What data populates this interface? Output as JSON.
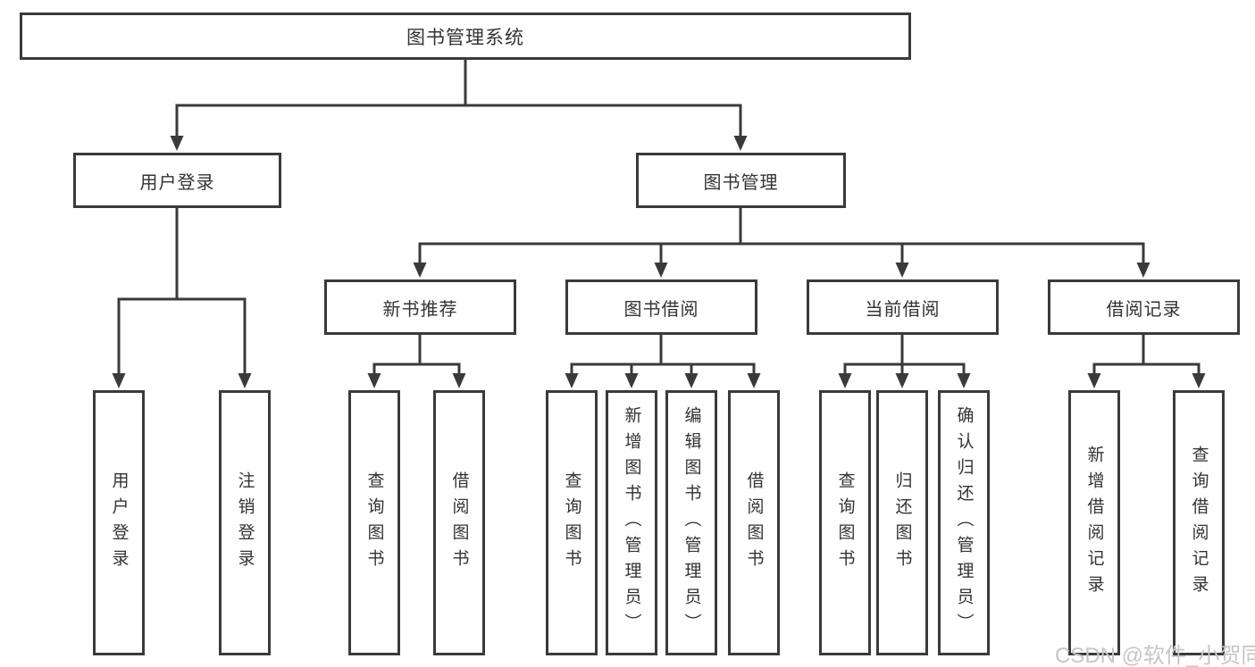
{
  "diagram": {
    "colors": {
      "line": "#3a3a3a",
      "text": "#333333",
      "watermark": "#c6c6c6",
      "background": "#ffffff"
    },
    "nodes": {
      "root": "图书管理系统",
      "user_login": "用户登录",
      "book_management": "图书管理",
      "new_book_recommend": "新书推荐",
      "book_borrow": "图书借阅",
      "current_borrow": "当前借阅",
      "borrow_records": "借阅记录"
    },
    "leaves": {
      "user_login": [
        "用户登录",
        "注销登录"
      ],
      "new_book_recommend": [
        "查询图书",
        "借阅图书"
      ],
      "book_borrow": [
        "查询图书",
        "新增图书（管理员）",
        "编辑图书（管理员）",
        "借阅图书"
      ],
      "current_borrow": [
        "查询图书",
        "归还图书",
        "确认归还（管理员）"
      ],
      "borrow_records": [
        "新增借阅记录",
        "查询借阅记录"
      ]
    },
    "watermark": "CSDN @软件_小贺同学"
  }
}
